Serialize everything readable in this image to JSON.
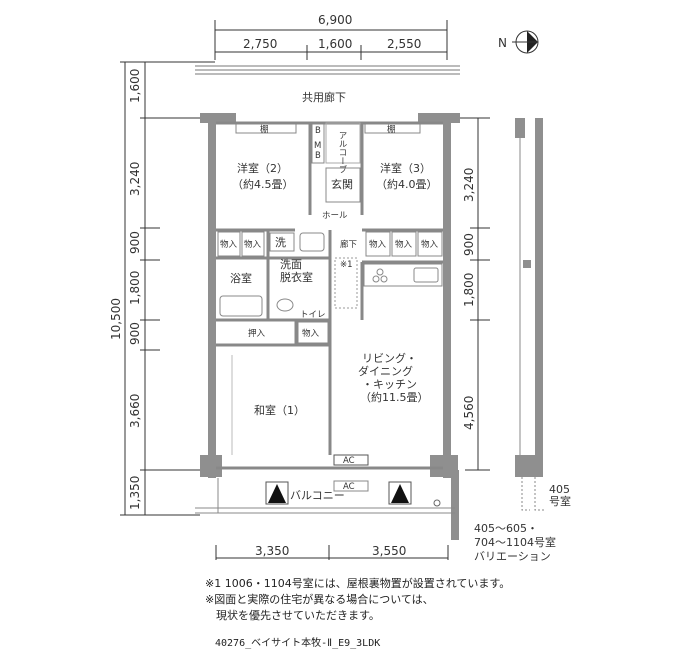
{
  "dimensions": {
    "top_total": "6,900",
    "top_segments": [
      "2,750",
      "1,600",
      "2,550"
    ],
    "bottom_segments": [
      "3,350",
      "3,550"
    ],
    "left_total": "10,500",
    "left_segments": [
      "1,600",
      "3,240",
      "900",
      "1,800",
      "900",
      "3,660",
      "1,350"
    ],
    "right_segments": [
      "3,240",
      "900",
      "1,800",
      "4,560"
    ]
  },
  "compass": {
    "label": "N"
  },
  "labels": {
    "corridor": "共用廊下",
    "shelf": "棚",
    "mb_b": "B",
    "mb_m": "M",
    "mb_b2": "B",
    "alcove": "アルコーブ",
    "entrance": "玄関",
    "hall": "ホール",
    "hallway": "廊下",
    "note_mark": "※1",
    "storage": "物入",
    "washer": "洗",
    "washroom_1": "洗面",
    "washroom_2": "脱衣室",
    "bath": "浴室",
    "toilet": "トイレ",
    "closet": "押入",
    "ac": "AC",
    "balcony": "バルコニー"
  },
  "rooms": {
    "western2_name": "洋室（2）",
    "western2_size": "（約4.5畳）",
    "western3_name": "洋室（3）",
    "western3_size": "（約4.0畳）",
    "ldk_1": "リビング・",
    "ldk_2": "ダイニング",
    "ldk_3": "・キッチン",
    "ldk_size": "（約11.5畳）",
    "japanese_name": "和室（1）"
  },
  "variation": {
    "room": "405号室",
    "line1": "405～605・",
    "line2": "704～1104号室",
    "line3": "バリエーション"
  },
  "notes": [
    "※1 1006・1104号室には、屋根裏物置が設置されています。",
    "※図面と実際の住宅が異なる場合については、",
    "　現状を優先させていただきます。"
  ],
  "plan_code": "40276_ベイサイト本牧-Ⅱ_E9_3LDK"
}
